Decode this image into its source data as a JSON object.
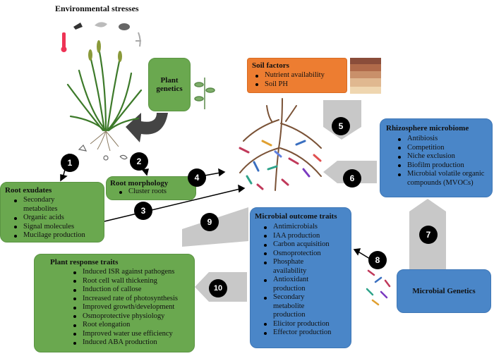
{
  "header": {
    "title": "Environmental stresses"
  },
  "plant_genetics": {
    "label": "Plant genetics"
  },
  "soil_factors": {
    "title": "Soil factors",
    "items": [
      "Nutrient availability",
      "Soil PH"
    ]
  },
  "rhizosphere": {
    "title": "Rhizosphere microbiome",
    "items": [
      "Antibiosis",
      "Competition",
      "Niche exclusion",
      "Biofilm production",
      "Microbial volatile organic compounds (MVOCs)"
    ]
  },
  "root_exudates": {
    "title": "Root exudates",
    "items": [
      "Secondary metabolites",
      "Organic acids",
      "Signal molecules",
      "Mucilage production"
    ]
  },
  "root_morphology": {
    "title": "Root morphology",
    "items": [
      "Cluster roots"
    ]
  },
  "microbial_outcome": {
    "title": "Microbial outcome traits",
    "items": [
      "Antimicrobials",
      "IAA production",
      "Carbon acquisition",
      "Osmoprotection",
      "Phosphate availability",
      "Antioxidant production",
      "Secondary metabolite production",
      "Elicitor production",
      "Effector production"
    ]
  },
  "plant_response": {
    "title": "Plant response traits",
    "items": [
      "Induced ISR against pathogens",
      "Root cell wall thickening",
      "Induction of callose",
      "Increased rate of photosynthesis",
      "Improved growth/development",
      "Osmoprotective physiology",
      "Root elongation",
      "Improved water use efficiency",
      "Induced ABA production"
    ]
  },
  "microbial_genetics": {
    "label": "Microbial Genetics"
  },
  "steps": [
    "1",
    "2",
    "3",
    "4",
    "5",
    "6",
    "7",
    "8",
    "9",
    "10"
  ],
  "colors": {
    "green": "#6aa84f",
    "blue": "#4a86c8",
    "orange": "#ed7d31",
    "arrow_gray": "#c8c8c8"
  }
}
